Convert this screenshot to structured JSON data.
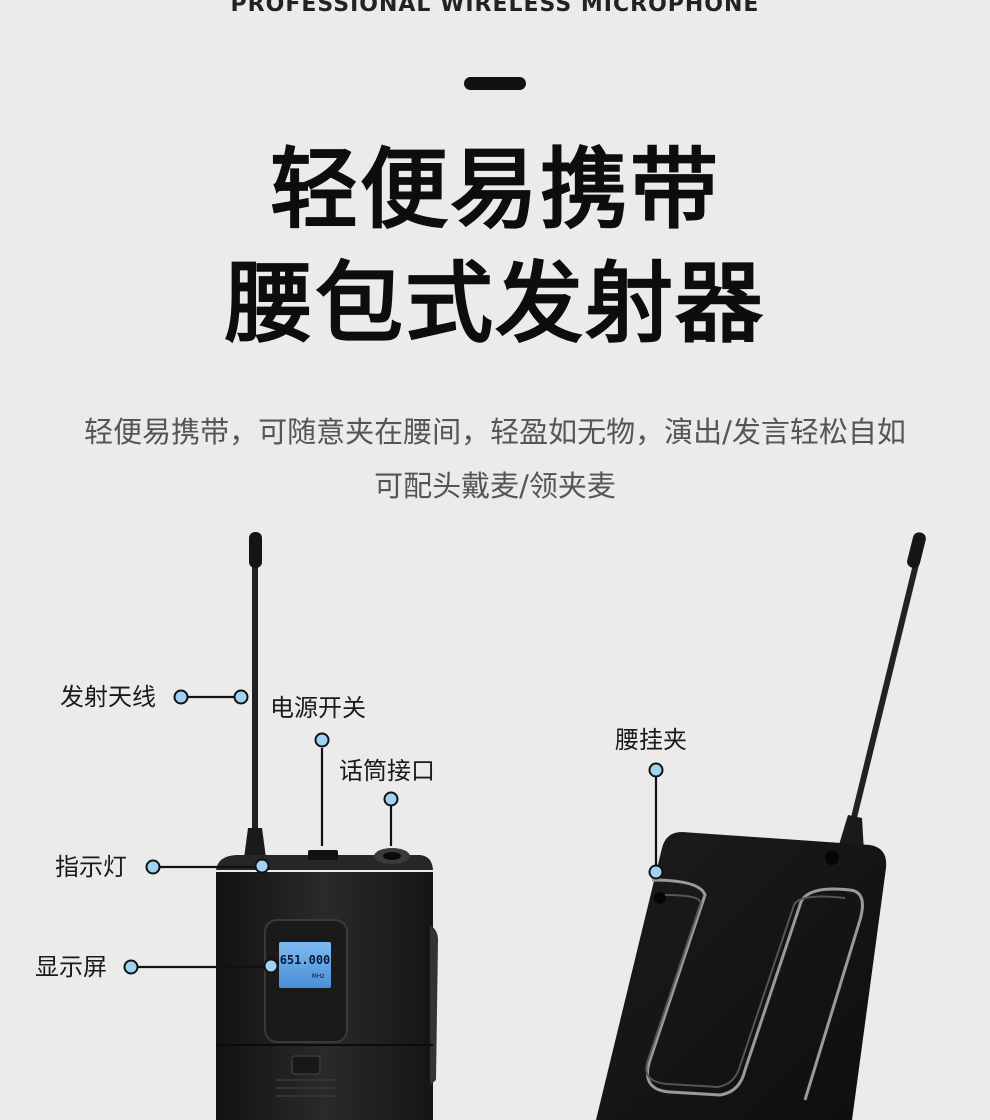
{
  "header": {
    "kicker": "PROFESSIONAL WIRELESS MICROPHONE",
    "title_line1": "轻便易携带",
    "title_line2": "腰包式发射器",
    "desc_line1": "轻便易携带，可随意夹在腰间，轻盈如无物，演出/发言轻松自如",
    "desc_line2": "可配头戴麦/领夹麦"
  },
  "callouts": {
    "antenna": "发射天线",
    "power_switch": "电源开关",
    "mic_jack": "话筒接口",
    "indicator": "指示灯",
    "display": "显示屏",
    "belt_clip": "腰挂夹"
  },
  "lcd": {
    "frequency": "651.000",
    "unit": "MHz"
  },
  "colors": {
    "background": "#ebebeb",
    "callout_dot": "#9fd3f2",
    "device_body": "#1e1e1e"
  }
}
